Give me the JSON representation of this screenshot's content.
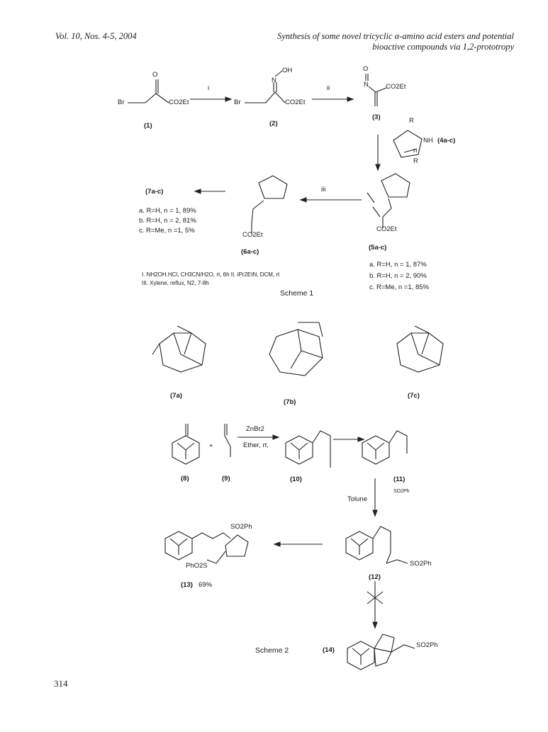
{
  "header": {
    "journal": "Vol. 10, Nos. 4-5, 2004",
    "title_line1": "Synthesis of some novel tricyclic α-amino acid esters and potential",
    "title_line2": "bioactive compounds via 1,2-prototropy"
  },
  "scheme1": {
    "reagent_i": "i",
    "reagent_ii": "ii",
    "reagent_iii": "iii",
    "c1": {
      "label": "(1)",
      "br": "Br",
      "ester": "CO2Et",
      "o": "O"
    },
    "c2": {
      "label": "(2)",
      "br": "Br",
      "ester": "CO2Et",
      "n": "N",
      "oh": "OH"
    },
    "c3": {
      "label": "(3)",
      "ester": "CO2Et",
      "n": "N",
      "o": "O"
    },
    "c4": {
      "label": "(4a-c)",
      "r": "R",
      "nh": "NH",
      "n": "n"
    },
    "c5": {
      "label": "(5a-c)",
      "a": "a. R=H,   n = 1, 87%",
      "b": "b. R=H,   n = 2, 90%",
      "c": "c. R=Me, n =1, 85%"
    },
    "c6": {
      "label": "(6a-c)",
      "ester": "CO2Et"
    },
    "c7": {
      "label": "(7a-c)",
      "a": "a. R=H,    n = 1, 89%",
      "b": "b. R=H,    n = 2, 81%",
      "c": "c. R=Me, n =1,  5%"
    },
    "conditions_1": "I. NH2OH.HCl, CH3CN/H2O, rt, 6h   II. iPr2EtN, DCM, rt",
    "conditions_2": "III. Xylene, reflux, N2, 7-8h",
    "caption": "Scheme 1"
  },
  "structures": {
    "s7a": "(7a)",
    "s7b": "(7b)",
    "s7c": "(7c)"
  },
  "scheme2": {
    "reagent_top": "ZnBr2",
    "reagent_bottom": "Ether, rt,",
    "plus": "+",
    "c8": "(8)",
    "c9": "(9)",
    "c10": "(10)",
    "c11": "(11)",
    "c12": "(12)",
    "c13": "(13)",
    "yield13": "69%",
    "c14": "(14)",
    "tolune": "Tolune",
    "so2ph": "SO2Ph",
    "pho2s": "PhO2S",
    "caption": "Scheme 2"
  },
  "page_number": "314"
}
